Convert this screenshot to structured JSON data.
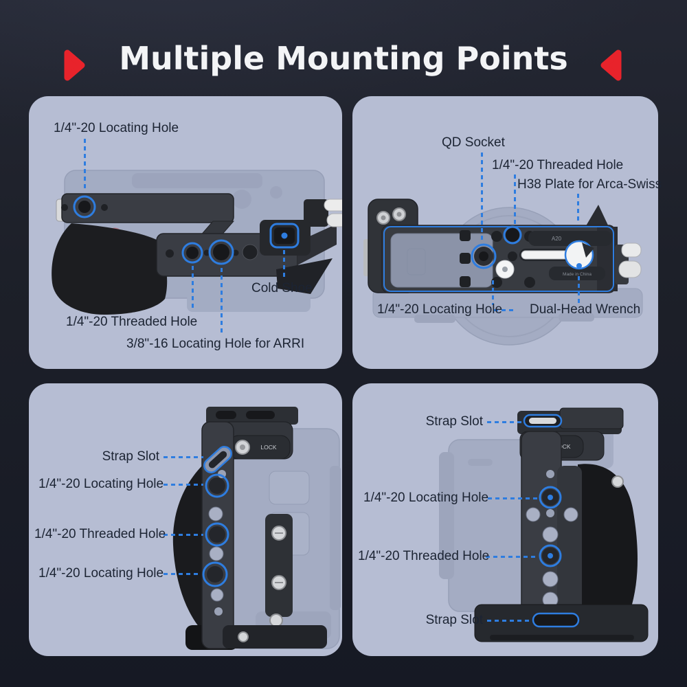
{
  "title": "Multiple Mounting Points",
  "colors": {
    "background": "#1d2029",
    "panel_background": "#b6bdd3",
    "accent_red": "#e8232b",
    "callout_blue": "#2e7de0",
    "label_text": "#1c2433",
    "cage_dark": "#35383f",
    "grip_black": "#17181b",
    "ghost_camera": "#99a2ba"
  },
  "decor": {
    "left_arrow_icon": "red-play-right",
    "right_arrow_icon": "red-play-left"
  },
  "panels": {
    "top_view": {
      "callouts": {
        "locating_hole": "1/4\"-20 Locating Hole",
        "cold_shoe": "Cold Shoe",
        "threaded_hole": "1/4\"-20 Threaded Hole",
        "arri_hole": "3/8\"-16 Locating Hole for ARRI"
      }
    },
    "bottom_view": {
      "callouts": {
        "qd_socket": "QD Socket",
        "threaded_hole": "1/4\"-20 Threaded Hole",
        "h38_plate": "H38 Plate for Arca-Swiss",
        "locating_hole": "1/4\"-20 Locating Hole",
        "wrench": "Dual-Head Wrench"
      },
      "engravings": {
        "a20": "A20",
        "made_in_china": "Made in China"
      }
    },
    "left_side_view": {
      "callouts": {
        "strap_slot": "Strap Slot",
        "locating_hole_top": "1/4\"-20 Locating Hole",
        "threaded_hole": "1/4\"-20 Threaded Hole",
        "locating_hole_bottom": "1/4\"-20 Locating Hole"
      },
      "engravings": {
        "lock": "LOCK"
      }
    },
    "right_side_view": {
      "callouts": {
        "strap_slot_top": "Strap Slot",
        "locating_hole": "1/4\"-20 Locating Hole",
        "threaded_hole": "1/4\"-20 Threaded Hole",
        "strap_slot_bottom": "Strap Slot"
      },
      "engravings": {
        "lock": "LOCK"
      }
    }
  }
}
